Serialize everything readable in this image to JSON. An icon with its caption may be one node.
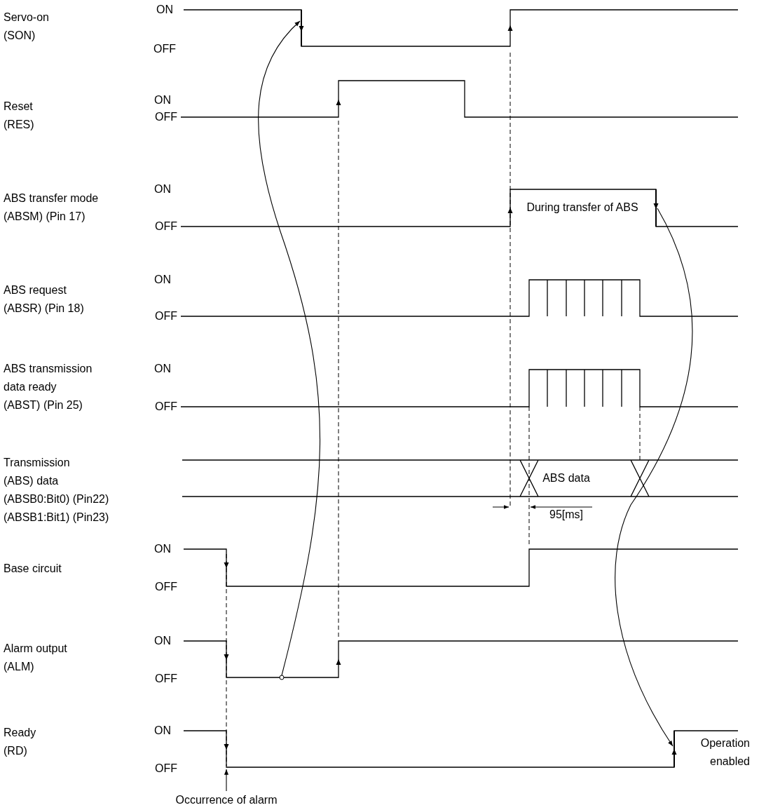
{
  "diagram": {
    "nodes": [
      {
        "text": [],
        "shape": "bar"
      },
      {
        "text": [],
        "shape": "bar"
      },
      {
        "text": [],
        "shape": "circle"
      },
      {
        "text": [],
        "shape": "bar"
      }
    ],
    "edges": [
      {
        "from": 2,
        "to": 0,
        "arrow": "to"
      },
      {
        "from": 1,
        "to": 3,
        "arrow": "to"
      }
    ],
    "labels": [
      "Servo-on (SON)",
      "ON",
      "OFF",
      "Reset (RES)",
      "ON",
      "OFF",
      "ABS transfer mode (ABSM) (Pin 17)",
      "ON",
      "During transfer of ABS",
      "OFF",
      "ABS request (ABSR) (Pin 18)",
      "ON",
      "OFF",
      "ABS transmission data ready (ABST) (Pin 25)",
      "ON",
      "OFF",
      "Transmission (ABS) data (ABSB0:Bit0) (Pin22) (ABSB1:Bit1) (Pin23)",
      "ABS data",
      "95[ms]",
      "ON",
      "Base circuit",
      "OFF",
      "Alarm output (ALM)",
      "ON",
      "OFF",
      "Ready (RD)",
      "ON",
      "Operation enabled",
      "OFF",
      "Occurrence of alarm"
    ]
  }
}
